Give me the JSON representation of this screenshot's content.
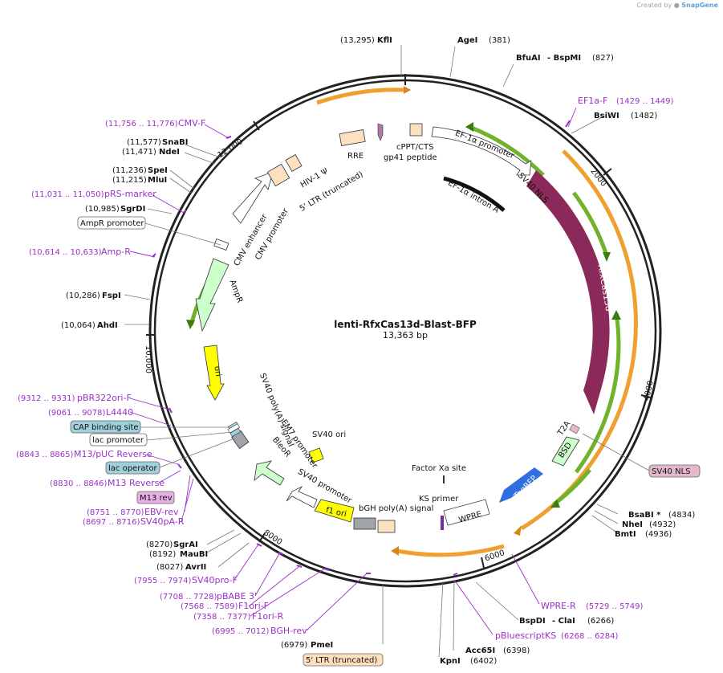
{
  "credit": {
    "prefix": "Created by",
    "brand": "SnapGene"
  },
  "plasmid": {
    "name": "lenti-RfxCas13d-Blast-BFP",
    "size_label": "13,363 bp",
    "length": 13363
  },
  "ticks": [
    {
      "label": "2000"
    },
    {
      "label": "4000"
    },
    {
      "label": "6000"
    },
    {
      "label": "8000"
    },
    {
      "label": "10,000"
    },
    {
      "label": "12,000"
    }
  ],
  "enzymes": [
    {
      "name": "KflI",
      "coord": "(13,295)"
    },
    {
      "name": "AgeI",
      "coord": "(381)"
    },
    {
      "name": "BfuAI",
      "name2": "- BspMI",
      "coord": "(827)"
    },
    {
      "name": "BsiWI",
      "coord": "(1482)"
    },
    {
      "name": "SnaBI",
      "coord": "(11,577)"
    },
    {
      "name": "NdeI",
      "coord": "(11,471)"
    },
    {
      "name": "SpeI",
      "coord": "(11,236)"
    },
    {
      "name": "MluI",
      "coord": "(11,215)"
    },
    {
      "name": "SgrDI",
      "coord": "(10,985)"
    },
    {
      "name": "FspI",
      "coord": "(10,286)"
    },
    {
      "name": "AhdI",
      "coord": "(10,064)"
    },
    {
      "name": "BsaBI *",
      "coord": "(4834)"
    },
    {
      "name": "NheI",
      "coord": "(4932)"
    },
    {
      "name": "BmtI",
      "coord": "(4936)"
    },
    {
      "name": "BspDI",
      "name2": "- ClaI",
      "coord": "(6266)"
    },
    {
      "name": "Acc65I",
      "coord": "(6398)"
    },
    {
      "name": "KpnI",
      "coord": "(6402)"
    },
    {
      "name": "PmeI",
      "coord": "(6979)"
    },
    {
      "name": "SgrAI",
      "coord": "(8270)"
    },
    {
      "name": "MauBI",
      "coord": "(8192)"
    },
    {
      "name": "AvrII",
      "coord": "(8027)"
    }
  ],
  "primers": [
    {
      "name": "EF1a-F",
      "coord": "(1429 .. 1449)"
    },
    {
      "name": "CMV-F",
      "coord": "(11,756 .. 11,776)"
    },
    {
      "name": "pRS-marker",
      "coord": "(11,031 .. 11,050)"
    },
    {
      "name": "Amp-R",
      "coord": "(10,614 .. 10,633)"
    },
    {
      "name": "pBR322ori-F",
      "coord": "(9312 .. 9331)"
    },
    {
      "name": "L4440",
      "coord": "(9061 .. 9078)"
    },
    {
      "name": "M13/pUC Reverse",
      "coord": "(8843 .. 8865)"
    },
    {
      "name": "M13 Reverse",
      "coord": "(8830 .. 8846)"
    },
    {
      "name": "EBV-rev",
      "coord": "(8751 .. 8770)"
    },
    {
      "name": "SV40pA-R",
      "coord": "(8697 .. 8716)"
    },
    {
      "name": "SV40pro-F",
      "coord": "(7955 .. 7974)"
    },
    {
      "name": "pBABE 3'",
      "coord": "(7708 .. 7728)"
    },
    {
      "name": "F1ori-F",
      "coord": "(7568 .. 7589)"
    },
    {
      "name": "F1ori-R",
      "coord": "(7358 .. 7377)"
    },
    {
      "name": "BGH-rev",
      "coord": "(6995 .. 7012)"
    },
    {
      "name": "WPRE-R",
      "coord": "(5729 .. 5749)"
    },
    {
      "name": "pBluescriptKS",
      "coord": "(6268 .. 6284)"
    }
  ],
  "boxed_labels": [
    {
      "text": "AmpR promoter"
    },
    {
      "text": "CAP binding site"
    },
    {
      "text": "lac promoter"
    },
    {
      "text": "lac operator"
    },
    {
      "text": "M13 rev"
    },
    {
      "text": "SV40 NLS"
    },
    {
      "text": "5' LTR (truncated)"
    }
  ],
  "features": [
    {
      "text": "EF-1α promoter"
    },
    {
      "text": "SV40 NLS"
    },
    {
      "text": "EF-1α intron A"
    },
    {
      "text": "RfxCas13d"
    },
    {
      "text": "T2A"
    },
    {
      "text": "BSD"
    },
    {
      "text": "TagBFP"
    },
    {
      "text": "WPRE"
    },
    {
      "text": "KS primer"
    },
    {
      "text": "Factor Xa site"
    },
    {
      "text": "bGH poly(A) signal"
    },
    {
      "text": "f1 ori"
    },
    {
      "text": "SV40 promoter"
    },
    {
      "text": "SV40 ori"
    },
    {
      "text": "EM7 promoter"
    },
    {
      "text": "BleoR"
    },
    {
      "text": "SV40 poly(A) signal"
    },
    {
      "text": "ori"
    },
    {
      "text": "AmpR"
    },
    {
      "text": "CMV promoter"
    },
    {
      "text": "CMV enhancer"
    },
    {
      "text": "5' LTR (truncated)"
    },
    {
      "text": "HIV-1 Ψ"
    },
    {
      "text": "RRE"
    },
    {
      "text": "cPPT/CTS"
    },
    {
      "text": "gp41 peptide"
    }
  ],
  "colors": {
    "backbone": "#222222",
    "enzyme_text": "#000000",
    "primer": "#9b30c8",
    "orf_green": "#6fb32a",
    "orf_orange": "#f0a030",
    "ltr_fill": "#fde0c0",
    "cas13": "#8b2a5a",
    "tagbfp": "#2f6fe0",
    "ori_yellow": "#ffff00",
    "ampr_fill": "#ccffcc",
    "grey_feature": "#a0a4a8",
    "nls_fill": "#e3b8cc",
    "boxed_blue": "#9fd0dc",
    "m13rev_fill": "#e6b0e6"
  }
}
